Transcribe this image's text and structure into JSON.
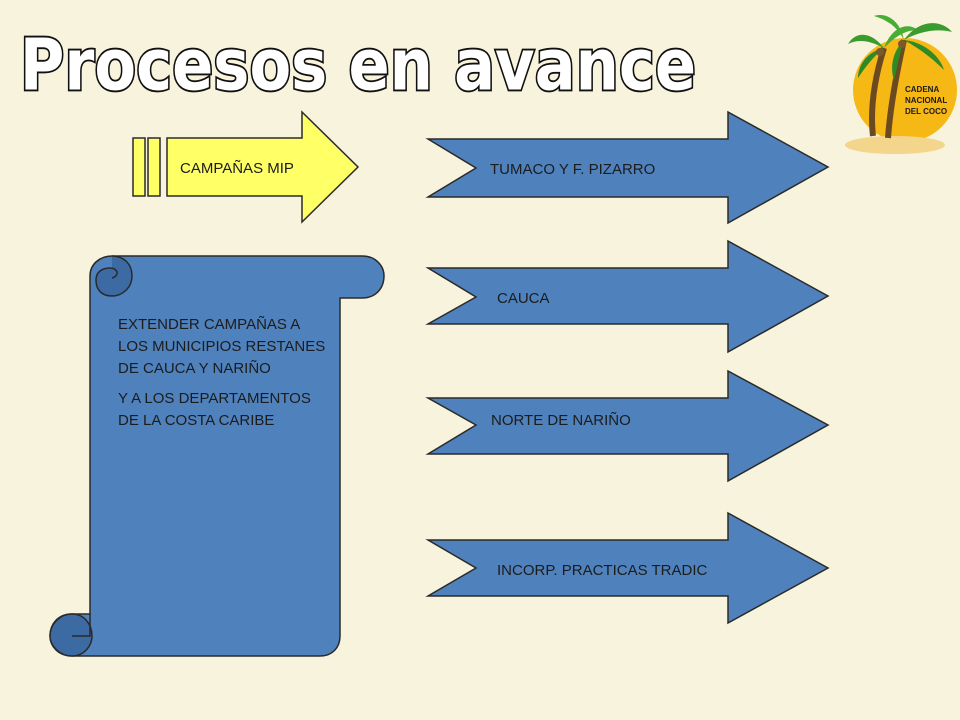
{
  "slide": {
    "title": "Procesos en avance",
    "colors": {
      "background": "#f8f3dc",
      "yellow_arrow": "#ffff66",
      "blue_shape": "#4f81bd",
      "outline": "#2a2a2a",
      "title_outline": "#111111"
    }
  },
  "logo": {
    "icon": "palm-tree-icon",
    "line1": "CADENA",
    "line2": "NACIONAL",
    "line3": "DEL COCO"
  },
  "campaign": {
    "marker": "II",
    "label": "CAMPAÑAS MIP"
  },
  "scroll": {
    "paragraph1": "EXTENDER CAMPAÑAS A LOS MUNICIPIOS RESTANES DE CAUCA Y NARIÑO",
    "paragraph2": "Y A LOS DEPARTAMENTOS DE LA COSTA CARIBE"
  },
  "arrows": [
    {
      "label": "TUMACO Y F. PIZARRO"
    },
    {
      "label": "CAUCA"
    },
    {
      "label": "NORTE DE NARIÑO"
    },
    {
      "label": "INCORP. PRACTICAS TRADIC"
    }
  ]
}
